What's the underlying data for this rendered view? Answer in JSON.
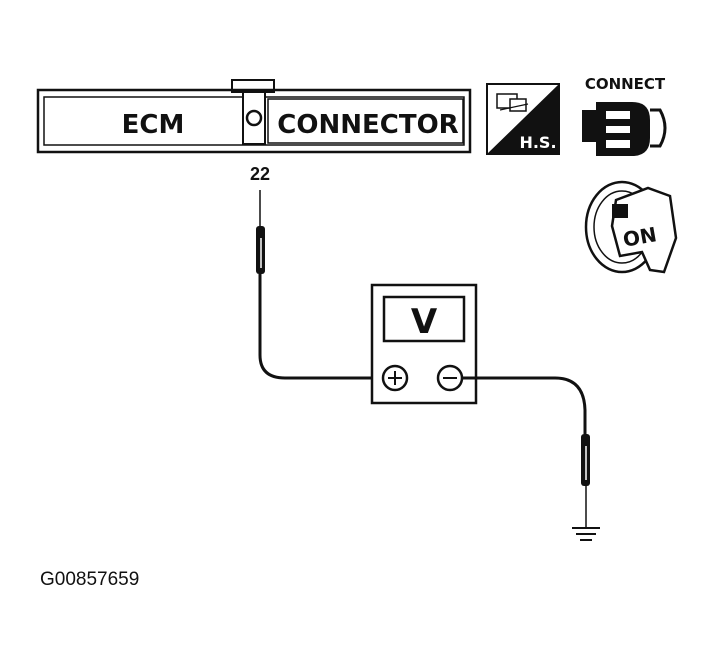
{
  "connector": {
    "left_label": "ECM",
    "right_label": "CONNECTOR",
    "pin_number": "22"
  },
  "icons": {
    "hs_label": "H.S.",
    "connect_label": "CONNECT",
    "ignition_label": "ON"
  },
  "meter": {
    "display_label": "V"
  },
  "figure_id": "G00857659"
}
